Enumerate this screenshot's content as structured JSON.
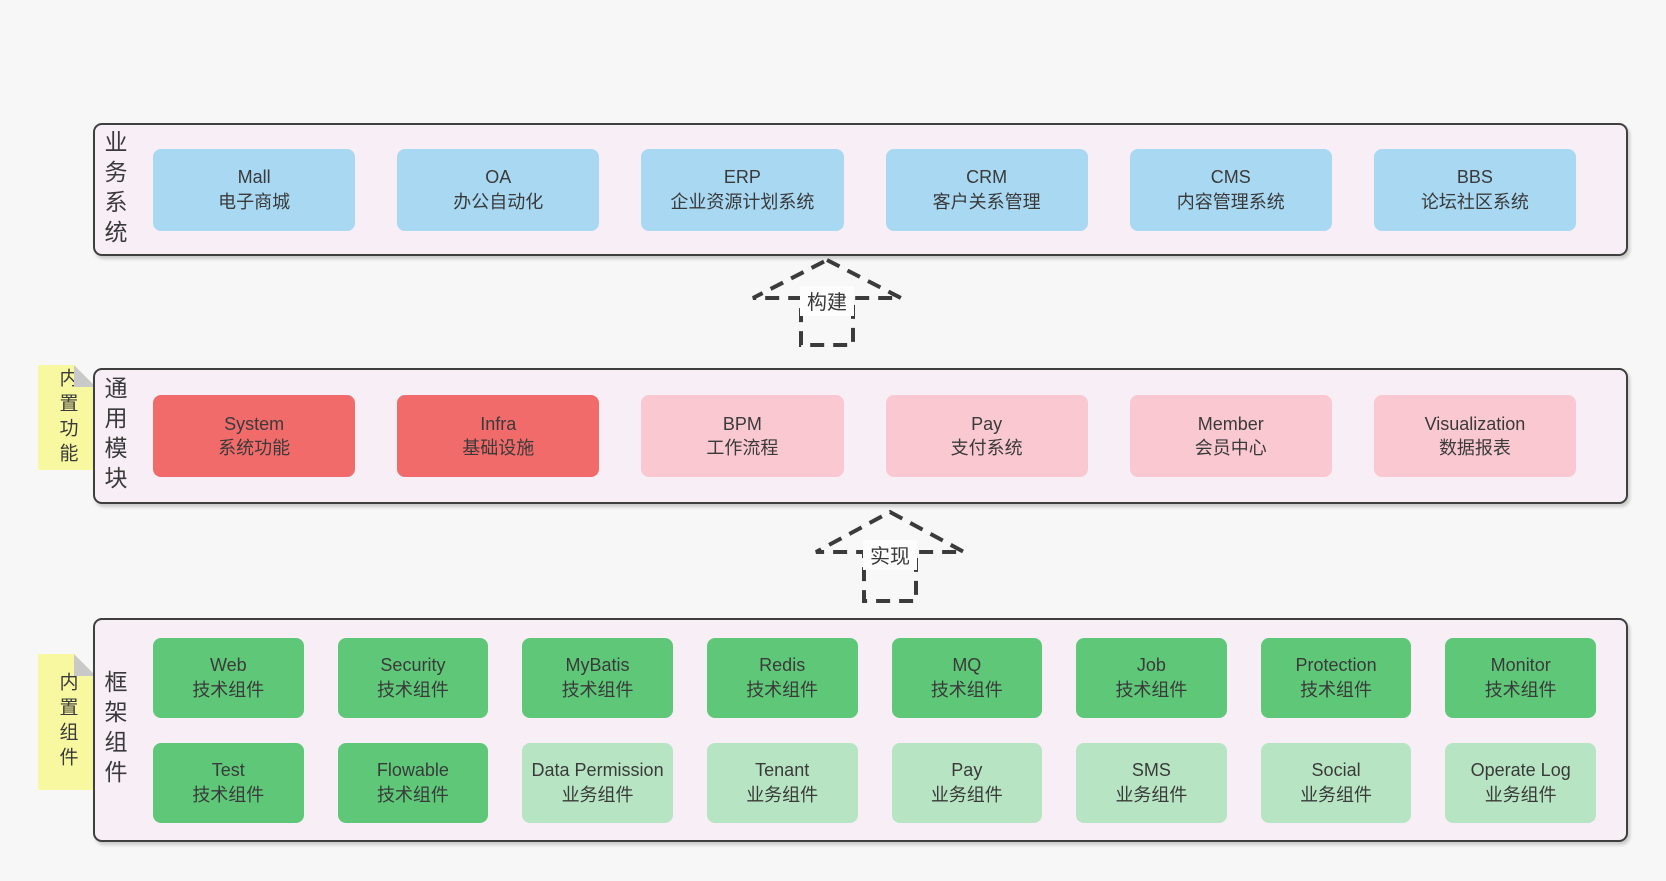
{
  "colors": {
    "page_bg": "#f7f7f7",
    "band_bg": "#f8eef6",
    "band_border": "#3f3f3f",
    "business_blue": "#a8d8f2",
    "core_red": "#f26b6b",
    "module_pink": "#f9c8d1",
    "tech_green": "#5ec878",
    "biz_light_green": "#b7e5c3",
    "note_yellow": "#f8f8a0",
    "note_fold_gray": "#c9c9c9",
    "text": "#3a3a3a"
  },
  "notes": [
    {
      "text": "内置功能"
    },
    {
      "text": "内置组件"
    }
  ],
  "arrows": [
    {
      "label": "构建"
    },
    {
      "label": "实现"
    }
  ],
  "bands": [
    {
      "id": "business-systems",
      "label": "业务系统",
      "boxes": [
        {
          "en": "Mall",
          "zh": "电子商城",
          "type": "blue"
        },
        {
          "en": "OA",
          "zh": "办公自动化",
          "type": "blue"
        },
        {
          "en": "ERP",
          "zh": "企业资源计划系统",
          "type": "blue"
        },
        {
          "en": "CRM",
          "zh": "客户关系管理",
          "type": "blue"
        },
        {
          "en": "CMS",
          "zh": "内容管理系统",
          "type": "blue"
        },
        {
          "en": "BBS",
          "zh": "论坛社区系统",
          "type": "blue"
        }
      ]
    },
    {
      "id": "common-modules",
      "label": "通用模块",
      "boxes": [
        {
          "en": "System",
          "zh": "系统功能",
          "type": "red"
        },
        {
          "en": "Infra",
          "zh": "基础设施",
          "type": "red"
        },
        {
          "en": "BPM",
          "zh": "工作流程",
          "type": "pink"
        },
        {
          "en": "Pay",
          "zh": "支付系统",
          "type": "pink"
        },
        {
          "en": "Member",
          "zh": "会员中心",
          "type": "pink"
        },
        {
          "en": "Visualization",
          "zh": "数据报表",
          "type": "pink"
        }
      ]
    },
    {
      "id": "framework-components",
      "label": "框架组件",
      "rows": [
        [
          {
            "en": "Web",
            "zh": "技术组件",
            "type": "green"
          },
          {
            "en": "Security",
            "zh": "技术组件",
            "type": "green"
          },
          {
            "en": "MyBatis",
            "zh": "技术组件",
            "type": "green"
          },
          {
            "en": "Redis",
            "zh": "技术组件",
            "type": "green"
          },
          {
            "en": "MQ",
            "zh": "技术组件",
            "type": "green"
          },
          {
            "en": "Job",
            "zh": "技术组件",
            "type": "green"
          },
          {
            "en": "Protection",
            "zh": "技术组件",
            "type": "green"
          },
          {
            "en": "Monitor",
            "zh": "技术组件",
            "type": "green"
          }
        ],
        [
          {
            "en": "Test",
            "zh": "技术组件",
            "type": "green"
          },
          {
            "en": "Flowable",
            "zh": "技术组件",
            "type": "green"
          },
          {
            "en": "Data Permission",
            "zh": "业务组件",
            "type": "lightgreen"
          },
          {
            "en": "Tenant",
            "zh": "业务组件",
            "type": "lightgreen"
          },
          {
            "en": "Pay",
            "zh": "业务组件",
            "type": "lightgreen"
          },
          {
            "en": "SMS",
            "zh": "业务组件",
            "type": "lightgreen"
          },
          {
            "en": "Social",
            "zh": "业务组件",
            "type": "lightgreen"
          },
          {
            "en": "Operate Log",
            "zh": "业务组件",
            "type": "lightgreen"
          }
        ]
      ]
    }
  ]
}
